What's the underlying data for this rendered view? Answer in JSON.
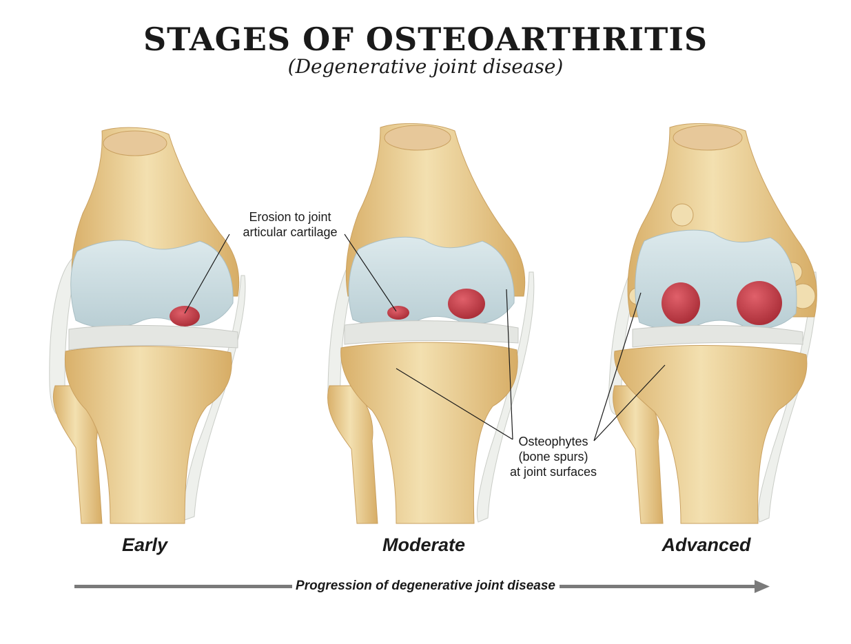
{
  "title": "STAGES OF OSTEOARTHRITIS",
  "subtitle": "(Degenerative joint disease)",
  "stages": [
    {
      "label": "Early"
    },
    {
      "label": "Moderate"
    },
    {
      "label": "Advanced"
    }
  ],
  "callouts": {
    "erosion": [
      "Erosion to joint",
      "articular cartilage"
    ],
    "osteophytes": [
      "Osteophytes",
      "(bone spurs)",
      "at joint surfaces"
    ]
  },
  "progression_label": "Progression of degenerative joint disease",
  "colors": {
    "bone": "#ecd39b",
    "bone_shadow": "#d9b06a",
    "cartilage": "#c9dbe0",
    "meniscus": "#e6e8e4",
    "erosion": "#c9404a",
    "arrow": "#7a7a7a"
  }
}
